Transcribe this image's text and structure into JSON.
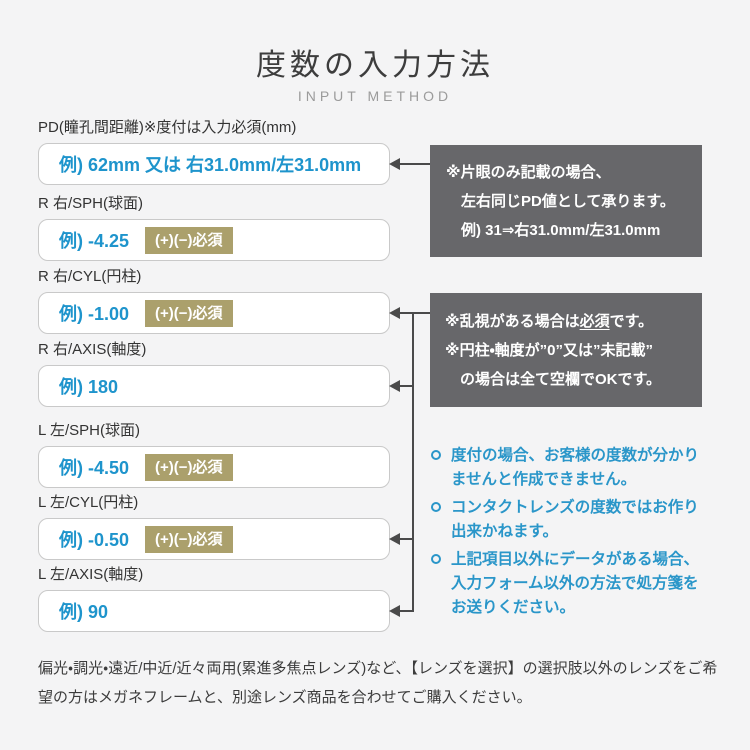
{
  "header": {
    "title": "度数の入力方法",
    "subtitle": "INPUT METHOD"
  },
  "form": {
    "badge_label": "(+)(−)必須",
    "fields": [
      {
        "key": "pd",
        "label": "PD(瞳孔間距離)※度付は入力必須(mm)",
        "example": "例) 62mm 又は 右31.0mm/左31.0mm",
        "badge": false
      },
      {
        "key": "r-sph",
        "label": "R 右/SPH(球面)",
        "example": "例) -4.25",
        "badge": true
      },
      {
        "key": "r-cyl",
        "label": "R 右/CYL(円柱)",
        "example": "例) -1.00",
        "badge": true
      },
      {
        "key": "r-axis",
        "label": "R 右/AXIS(軸度)",
        "example": "例) 180",
        "badge": false
      },
      {
        "key": "l-sph",
        "label": "L 左/SPH(球面)",
        "example": "例) -4.50",
        "badge": true
      },
      {
        "key": "l-cyl",
        "label": "L 左/CYL(円柱)",
        "example": "例) -0.50",
        "badge": true
      },
      {
        "key": "l-axis",
        "label": "L 左/AXIS(軸度)",
        "example": "例) 90",
        "badge": false
      }
    ]
  },
  "pd_note": {
    "line1": "※片眼のみ記載の場合、",
    "line2": "左右同じPD値として承ります。",
    "line3": "例) 31⇒右31.0mm/左31.0mm"
  },
  "cyl_note": {
    "line1_prefix": "※乱視がある場合は",
    "line1_underlined": "必須",
    "line1_suffix": "です。",
    "line2": "※円柱・軸度が”0”又は”未記載”",
    "line3": "の場合は全て空欄でOKです。"
  },
  "tips": {
    "items": [
      "度付の場合、お客様の度数が分かりませんと作成できません。",
      "コンタクトレンズの度数ではお作り出来かねます。",
      "上記項目以外にデータがある場合、入力フォーム以外の方法で処方箋をお送りください。"
    ]
  },
  "footer": {
    "text": "偏光・調光・遠近/中近/近々両用(累進多焦点レンズ)など、【レンズを選択】の選択肢以外のレンズをご希望の方はメガネフレームと、別途レンズ商品を合わせてご購入ください。"
  },
  "colors": {
    "background": "#f4f4f5",
    "accent_blue": "#1e94cc",
    "tip_blue": "#2a96c9",
    "badge_gold": "#aba06c",
    "note_box_gray": "#67676a",
    "arrow_gray": "#4a4a4a",
    "text_dark": "#3c3c3c"
  }
}
